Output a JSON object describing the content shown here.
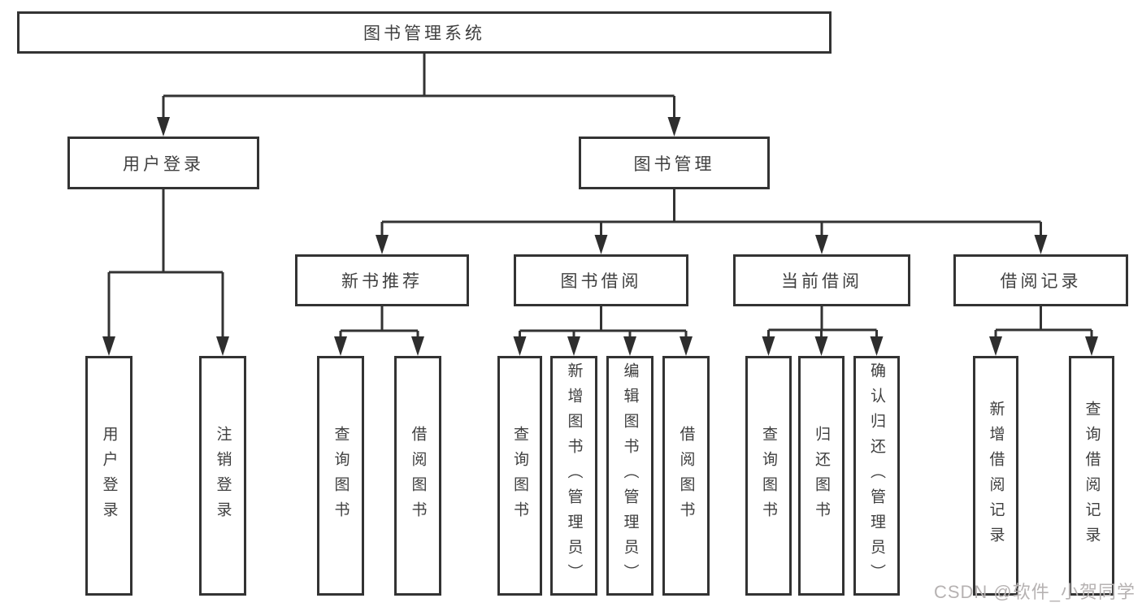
{
  "tree": {
    "title": "图书管理系统",
    "branches": [
      {
        "label": "用户登录",
        "leaves": [
          "用户登录",
          "注销登录"
        ]
      },
      {
        "label": "图书管理",
        "sections": [
          {
            "label": "新书推荐",
            "leaves": [
              "查询图书",
              "借阅图书"
            ]
          },
          {
            "label": "图书借阅",
            "leaves": [
              "查询图书",
              "新增图书（管理员）",
              "编辑图书（管理员）",
              "借阅图书"
            ]
          },
          {
            "label": "当前借阅",
            "leaves": [
              "查询图书",
              "归还图书",
              "确认归还（管理员）"
            ]
          },
          {
            "label": "借阅记录",
            "leaves": [
              "新增借阅记录",
              "查询借阅记录"
            ]
          }
        ]
      }
    ]
  },
  "watermark": "CSDN @软件_小贺同学",
  "colors": {
    "line": "#333333",
    "arrow": "#2e2e2e",
    "text": "#3f3f3f",
    "watermark": "#b6b2b2",
    "background": "#ffffff"
  }
}
